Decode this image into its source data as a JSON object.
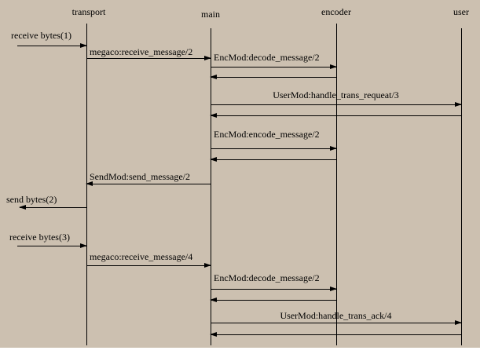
{
  "diagram": {
    "type": "sequence-diagram",
    "background_color": "#ccc0b0",
    "line_color": "#000000",
    "lifelines": [
      {
        "label": "transport"
      },
      {
        "label": "main"
      },
      {
        "label": "encoder"
      },
      {
        "label": "user"
      }
    ],
    "messages": [
      {
        "label": "receive bytes(1)",
        "from": "environment",
        "to": "transport",
        "kind": "call"
      },
      {
        "label": "megaco:receive_message/2",
        "from": "transport",
        "to": "main",
        "kind": "call"
      },
      {
        "label": "EncMod:decode_message/2",
        "from": "main",
        "to": "encoder",
        "kind": "call"
      },
      {
        "label": "",
        "from": "encoder",
        "to": "main",
        "kind": "return"
      },
      {
        "label": "UserMod:handle_trans_requeat/3",
        "from": "main",
        "to": "user",
        "kind": "call"
      },
      {
        "label": "",
        "from": "user",
        "to": "main",
        "kind": "return"
      },
      {
        "label": "EncMod:encode_message/2",
        "from": "main",
        "to": "encoder",
        "kind": "call"
      },
      {
        "label": "",
        "from": "encoder",
        "to": "main",
        "kind": "return"
      },
      {
        "label": "SendMod:send_message/2",
        "from": "main",
        "to": "transport",
        "kind": "call"
      },
      {
        "label": "send bytes(2)",
        "from": "transport",
        "to": "environment",
        "kind": "call"
      },
      {
        "label": "receive bytes(3)",
        "from": "environment",
        "to": "transport",
        "kind": "call"
      },
      {
        "label": "megaco:receive_message/4",
        "from": "transport",
        "to": "main",
        "kind": "call"
      },
      {
        "label": "EncMod:decode_message/2",
        "from": "main",
        "to": "encoder",
        "kind": "call"
      },
      {
        "label": "",
        "from": "encoder",
        "to": "main",
        "kind": "return"
      },
      {
        "label": "UserMod:handle_trans_ack/4",
        "from": "main",
        "to": "user",
        "kind": "call"
      },
      {
        "label": "",
        "from": "user",
        "to": "main",
        "kind": "return"
      }
    ]
  }
}
